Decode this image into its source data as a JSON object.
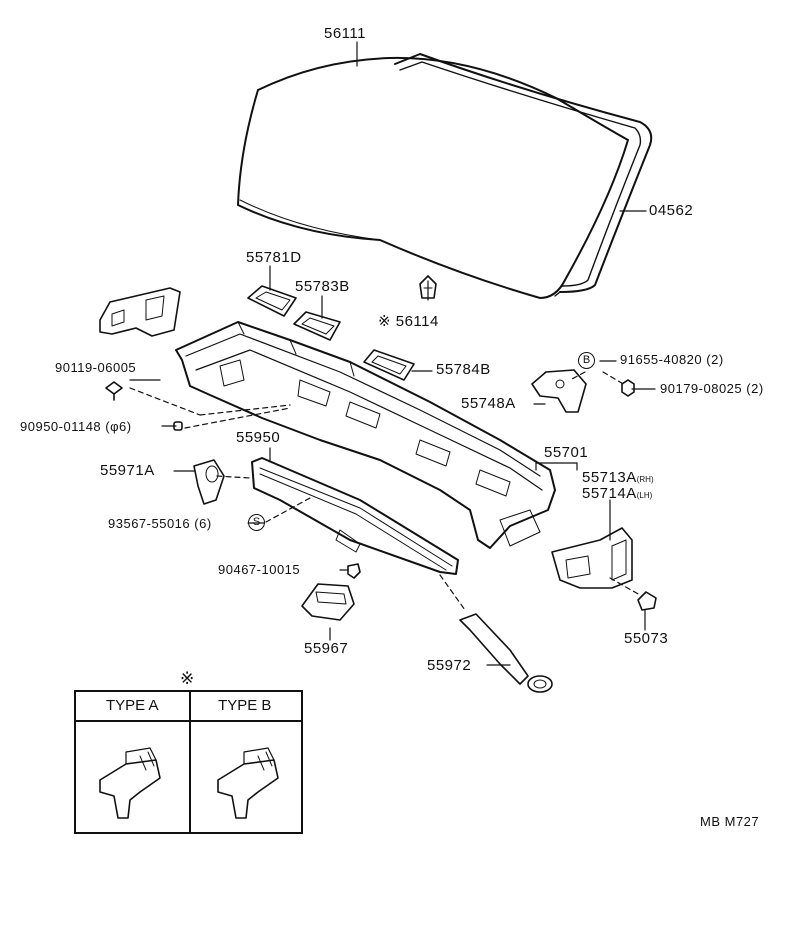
{
  "parts": {
    "windshield": "56111",
    "windshield_molding": "04562",
    "cowl_top_ventilator_louver": "55781D",
    "louver_2": "55783B",
    "clip_56114": "56114",
    "louver_3": "55784B",
    "bolt": "90119-06005",
    "washer": "90950-01148",
    "washer_note": "(φ6)",
    "screw_b": "91655-40820",
    "screw_b_qty": "(2)",
    "nut": "90179-08025",
    "nut_qty": "(2)",
    "bracket_55748a": "55748A",
    "cowl_panel_55950": "55950",
    "cowl_55701": "55701",
    "cowl_side_rh": "55713A",
    "cowl_side_rh_suffix": "(RH)",
    "cowl_side_lh": "55714A",
    "cowl_side_lh_suffix": "(LH)",
    "hose_55971a": "55971A",
    "screw_s": "93567-55016",
    "screw_s_qty": "(6)",
    "clip_90467": "90467-10015",
    "bracket_55967": "55967",
    "grommet_55073": "55073",
    "hose_55972": "55972"
  },
  "marks": {
    "asterisk": "※",
    "circle_b": "B",
    "circle_s": "S"
  },
  "type_table": {
    "mark": "※",
    "type_a": "TYPE A",
    "type_b": "TYPE B"
  },
  "footer_code": "MB M727"
}
